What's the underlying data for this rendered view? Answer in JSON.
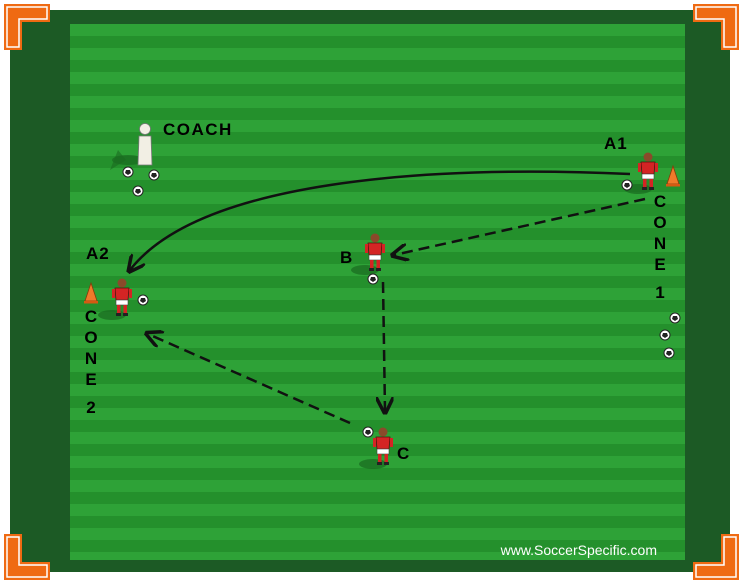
{
  "labels": {
    "coach": "COACH",
    "a1": "A1",
    "a2": "A2",
    "b": "B",
    "c": "C",
    "cone1_letters": [
      "C",
      "O",
      "N",
      "E",
      "1"
    ],
    "cone2_letters": [
      "C",
      "O",
      "N",
      "E",
      "2"
    ],
    "watermark": "www.SoccerSpecific.com"
  },
  "colors": {
    "border": "#1c5a25",
    "grass_light": "#2ea237",
    "grass_dark": "#24902c",
    "corner_flag": "#ef6a12",
    "jersey": "#d42424",
    "cone": "#f07a2a",
    "pass_line": "#111111"
  },
  "icons": {
    "player": "soccer-player-icon",
    "ball": "soccer-ball-icon",
    "cone": "training-cone-icon",
    "coach": "coach-mannequin-icon"
  }
}
